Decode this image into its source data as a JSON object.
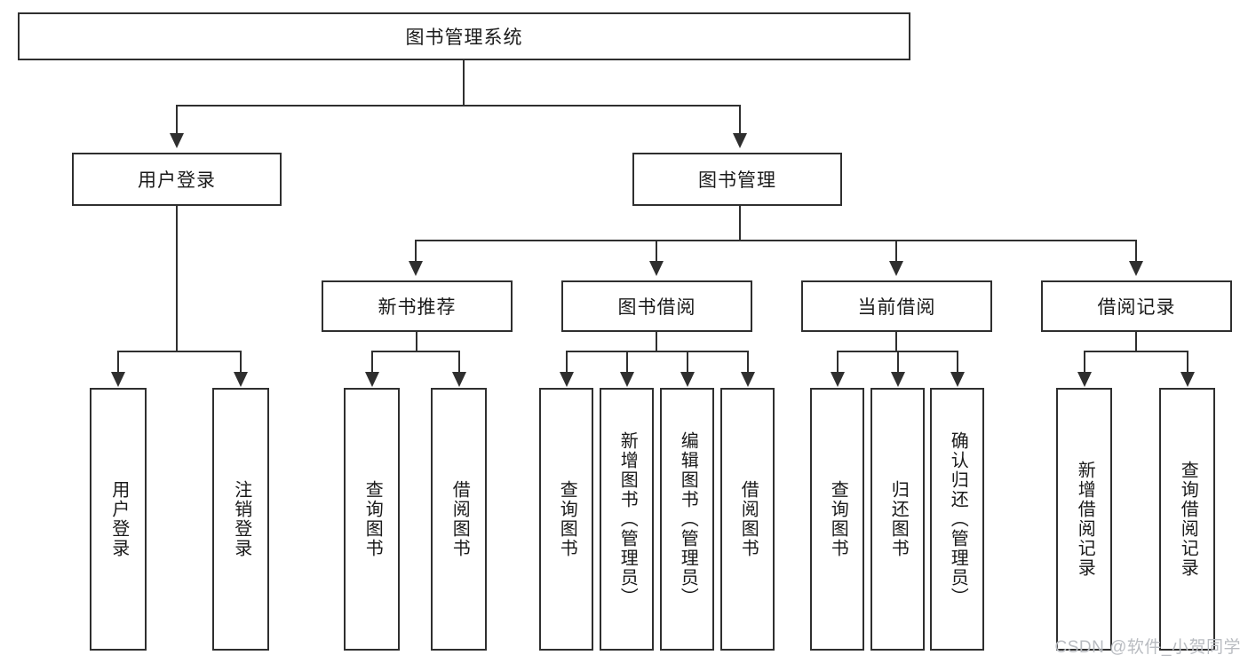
{
  "diagram": {
    "type": "tree-hierarchy",
    "title": "图书管理系统",
    "watermark": "CSDN @软件_小贺同学",
    "colors": {
      "border": "#2f2f2f",
      "background": "#ffffff",
      "text": "#1a1a1a",
      "watermark": "#b9bcc1"
    },
    "root": {
      "label": "图书管理系统"
    },
    "level2": [
      {
        "label": "用户登录"
      },
      {
        "label": "图书管理"
      }
    ],
    "level3": [
      {
        "label": "新书推荐"
      },
      {
        "label": "图书借阅"
      },
      {
        "label": "当前借阅"
      },
      {
        "label": "借阅记录"
      }
    ],
    "leaves": {
      "user_login": [
        {
          "label": "用户登录"
        },
        {
          "label": "注销登录"
        }
      ],
      "new_book_recommend": [
        {
          "label": "查询图书"
        },
        {
          "label": "借阅图书"
        }
      ],
      "book_borrow": [
        {
          "label": "查询图书"
        },
        {
          "label": "新增图书（管理员）"
        },
        {
          "label": "编辑图书（管理员）"
        },
        {
          "label": "借阅图书"
        }
      ],
      "current_borrow": [
        {
          "label": "查询图书"
        },
        {
          "label": "归还图书"
        },
        {
          "label": "确认归还（管理员）"
        }
      ],
      "borrow_record": [
        {
          "label": "新增借阅记录"
        },
        {
          "label": "查询借阅记录"
        }
      ]
    }
  }
}
